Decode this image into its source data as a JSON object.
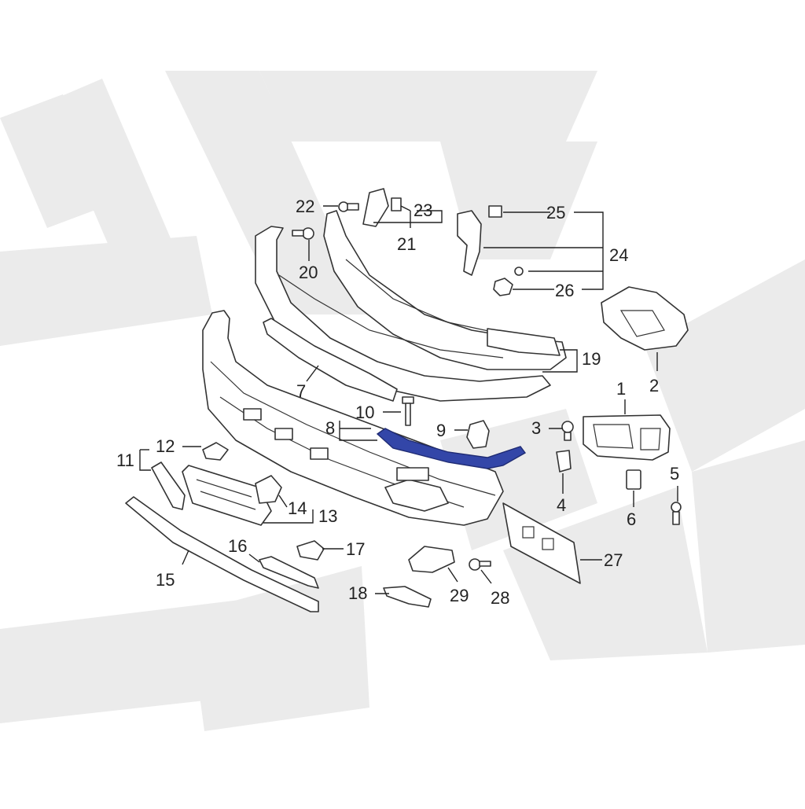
{
  "colors": {
    "line": "#333333",
    "highlight": "#3346a8",
    "watermark": "#ebebeb",
    "background": "#ffffff"
  },
  "callouts": [
    {
      "id": "1",
      "label": "1"
    },
    {
      "id": "2",
      "label": "2"
    },
    {
      "id": "3",
      "label": "3"
    },
    {
      "id": "4",
      "label": "4"
    },
    {
      "id": "5",
      "label": "5"
    },
    {
      "id": "6",
      "label": "6"
    },
    {
      "id": "7",
      "label": "7"
    },
    {
      "id": "8",
      "label": "8"
    },
    {
      "id": "9",
      "label": "9"
    },
    {
      "id": "10",
      "label": "10"
    },
    {
      "id": "11",
      "label": "11"
    },
    {
      "id": "12",
      "label": "12"
    },
    {
      "id": "13",
      "label": "13"
    },
    {
      "id": "14",
      "label": "14"
    },
    {
      "id": "15",
      "label": "15"
    },
    {
      "id": "16",
      "label": "16"
    },
    {
      "id": "17",
      "label": "17"
    },
    {
      "id": "18",
      "label": "18"
    },
    {
      "id": "19",
      "label": "19"
    },
    {
      "id": "20",
      "label": "20"
    },
    {
      "id": "21",
      "label": "21"
    },
    {
      "id": "22",
      "label": "22"
    },
    {
      "id": "23",
      "label": "23"
    },
    {
      "id": "24",
      "label": "24"
    },
    {
      "id": "25",
      "label": "25"
    },
    {
      "id": "26",
      "label": "26"
    },
    {
      "id": "27",
      "label": "27"
    },
    {
      "id": "28",
      "label": "28"
    },
    {
      "id": "29",
      "label": "29"
    }
  ]
}
